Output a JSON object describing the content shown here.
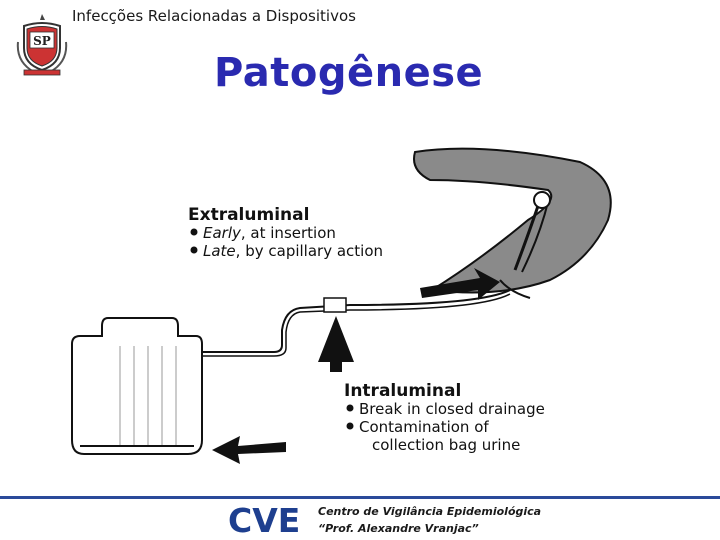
{
  "header": {
    "subtitle": "Infecções Relacionadas a Dispositivos",
    "crest_letters": "SP"
  },
  "title": "Patogênese",
  "diagram": {
    "extraluminal": {
      "heading": "Extraluminal",
      "items": [
        {
          "emph": "Early",
          "rest": ", at insertion"
        },
        {
          "emph": "Late",
          "rest": ", by capillary action"
        }
      ]
    },
    "intraluminal": {
      "heading": "Intraluminal",
      "items": [
        "Break in closed drainage",
        "Contamination of",
        "collection bag urine"
      ]
    }
  },
  "footer": {
    "logo_text": "CVE",
    "org_name": "Centro de Vigilância Epidemiológica",
    "org_person": "“Prof. Alexandre Vranjac”"
  },
  "colors": {
    "title": "#2a2ab0",
    "footer_line": "#2a4a9a",
    "bladder": "#8a8a8a",
    "cve_blue": "#1e3f8f"
  }
}
